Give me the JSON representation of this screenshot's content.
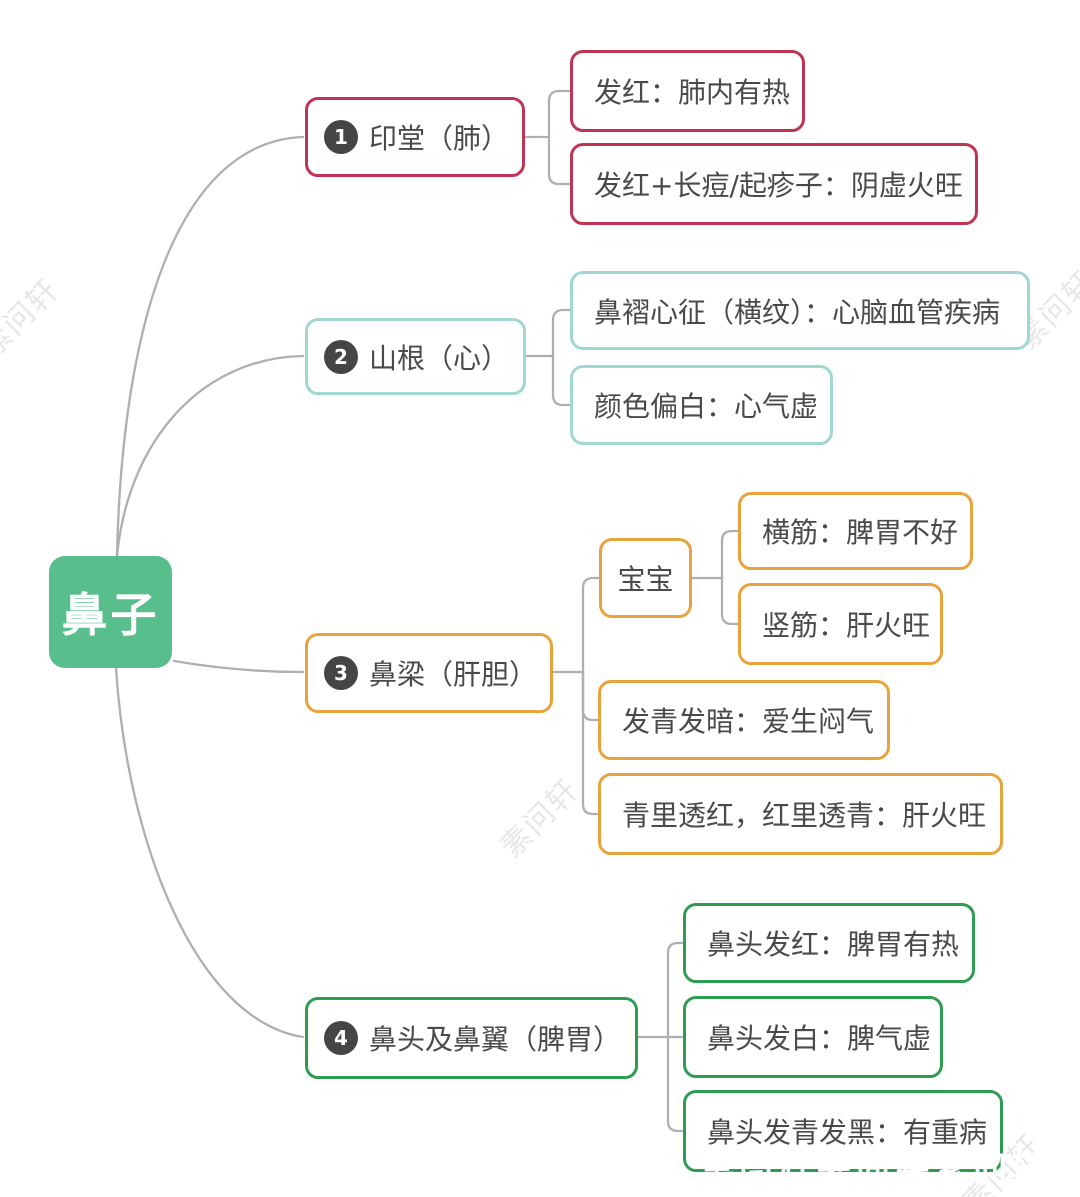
{
  "root": {
    "label": "鼻子",
    "color": "#57BE8C"
  },
  "watermark": {
    "text": "素问轩"
  },
  "colors": {
    "branch1": "#BE3452",
    "branch2": "#A0D8CF",
    "branch3": "#E9A33D",
    "bran4": "#2E9D52",
    "connector": "#AFAFAF",
    "badge": "#454545",
    "text": "#4A4A4A"
  },
  "branches": [
    {
      "number": "1",
      "label": "印堂（肺）",
      "color": "#BE3452",
      "children": [
        {
          "label": "发红：肺内有热"
        },
        {
          "label": "发红+长痘/起疹子：阴虚火旺"
        }
      ]
    },
    {
      "number": "2",
      "label": "山根（心）",
      "color": "#A0D8CF",
      "children": [
        {
          "label": "鼻褶心征（横纹）：心脑血管疾病"
        },
        {
          "label": "颜色偏白：心气虚"
        }
      ]
    },
    {
      "number": "3",
      "label": "鼻梁（肝胆）",
      "color": "#E9A33D",
      "children": [
        {
          "label": "宝宝",
          "children": [
            {
              "label": "横筋：脾胃不好"
            },
            {
              "label": "竖筋：肝火旺"
            }
          ]
        },
        {
          "label": "发青发暗：爱生闷气"
        },
        {
          "label": "青里透红，红里透青：肝火旺"
        }
      ]
    },
    {
      "number": "4",
      "label": "鼻头及鼻翼（脾胃）",
      "color": "#2E9D52",
      "children": [
        {
          "label": "鼻头发红：脾胃有热"
        },
        {
          "label": "鼻头发白：脾气虚"
        },
        {
          "label": "鼻头发青发黑：有重病"
        }
      ]
    }
  ]
}
